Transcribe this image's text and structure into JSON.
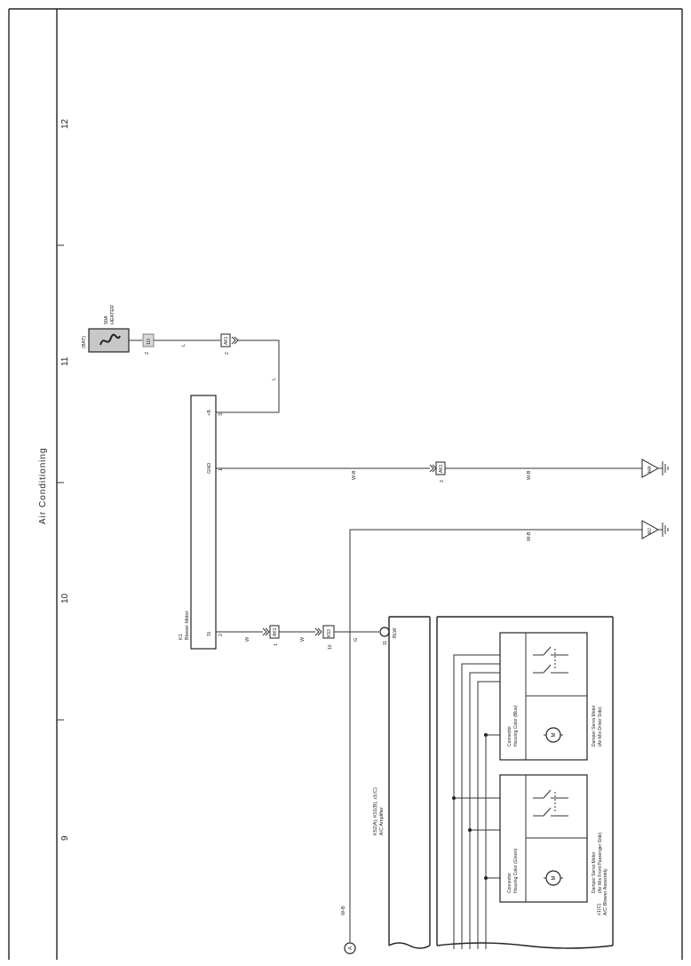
{
  "page": {
    "title": "Air Conditioning",
    "grid_numbers": [
      "12",
      "11",
      "10",
      "9"
    ]
  },
  "components": {
    "fuse": {
      "source": "(BAT)",
      "rating": "50A",
      "name": "HEATER",
      "pin": "2",
      "connector": "1D"
    },
    "blower_motor": {
      "id": "K1",
      "name": "Blower Motor",
      "pins": {
        "plus_b": "+B",
        "gnd": "GND",
        "si": "SI"
      },
      "pin_numbers": {
        "plus_b": "3",
        "gnd": "1",
        "si": "2"
      }
    },
    "amplifier": {
      "ids": "K52(A), K51(B), z1(C)",
      "name": "A/C Amplifier",
      "terminal": "BLW",
      "pin": "11"
    },
    "blower_assembly": {
      "id": "z1(C)",
      "name": "A/C Blower Assembly"
    },
    "servo_driver": {
      "connector_line1": "Connector",
      "connector_line2": "Housing Color (Blue)",
      "name_line1": "Damper Servo Motor",
      "name_line2": "(Air Mix Driver Side)",
      "motor": "M"
    },
    "servo_passenger": {
      "connector_line1": "Connector",
      "connector_line2": "Housing Color (Green)",
      "name_line1": "Damper Servo Motor",
      "name_line2": "(Air Mix Front Passenger Side)",
      "motor": "M"
    }
  },
  "connectors": {
    "c1": {
      "pin": "2",
      "code": "AK1"
    },
    "c2": {
      "pin": "3",
      "code": "AK1"
    },
    "c3": {
      "pin": "1",
      "code": "AK1"
    },
    "c4": {
      "pin": "10",
      "code": "K53"
    }
  },
  "wires": {
    "w_top1": "L",
    "w_top2": "L",
    "w_gnd1": "W-B",
    "w_gnd2": "W-B",
    "w_gnd3": "W-B",
    "w_si1": "W",
    "w_si2": "W",
    "w_blw": "G",
    "w_bottom": "W-B"
  },
  "grounds": {
    "g1": "MA",
    "g2": "MJ"
  },
  "offpage": {
    "label": "A"
  }
}
